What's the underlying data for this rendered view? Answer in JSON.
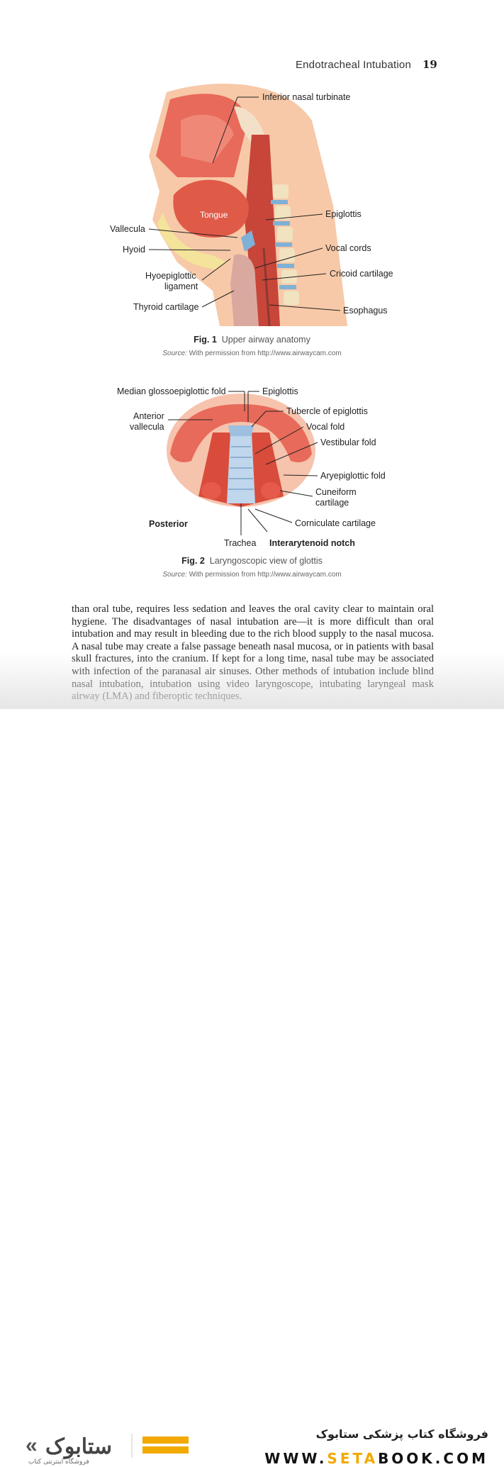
{
  "header": {
    "title": "Endotracheal Intubation",
    "page_number": "19"
  },
  "figure1": {
    "caption_label": "Fig. 1",
    "caption_text": "Upper airway anatomy",
    "source_label": "Source:",
    "source_text": "With permission from http://www.airwaycam.com",
    "labels": {
      "turbinate": "Inferior nasal turbinate",
      "tongue": "Tongue",
      "epiglottis": "Epiglottis",
      "vallecula": "Vallecula",
      "hyoid": "Hyoid",
      "vocal_cords": "Vocal cords",
      "hyoepiglottic_1": "Hyoepiglottic",
      "hyoepiglottic_2": "ligament",
      "cricoid": "Cricoid cartilage",
      "thyroid": "Thyroid cartilage",
      "esophagus": "Esophagus"
    }
  },
  "figure2": {
    "caption_label": "Fig. 2",
    "caption_text": "Laryngoscopic view of glottis",
    "source_label": "Source:",
    "source_text": "With permission from http://www.airwaycam.com",
    "labels": {
      "median_fold": "Median glossoepiglottic fold",
      "epiglottis": "Epiglottis",
      "tubercle": "Tubercle of epiglottis",
      "anterior_1": "Anterior",
      "anterior_2": "vallecula",
      "vocal_fold": "Vocal fold",
      "vestibular_fold": "Vestibular fold",
      "aryepiglottic_fold": "Aryepiglottic fold",
      "cuneiform_1": "Cuneiform",
      "cuneiform_2": "cartilage",
      "posterior": "Posterior",
      "corniculate": "Corniculate cartilage",
      "trachea": "Trachea",
      "interarytenoid": "Interarytenoid notch"
    }
  },
  "body": {
    "paragraph": "than oral tube, requires less sedation and leaves the oral cavity clear to maintain oral hygiene. The disadvantages of nasal intubation are—it is more difficult than oral intubation and may result in bleeding due to the rich blood supply to the nasal mucosa. A nasal tube may create a false passage beneath nasal mucosa, or in patients with basal skull fractures, into the cranium. If kept for a long time, nasal tube may be associated with infection of the paranasal air sinuses. Other methods of intubation include blind nasal intubation, intubation using video laryngoscope, intubating laryngeal mask airway (LMA) and fiberoptic techniques."
  },
  "banner": {
    "persian_title": "فروشگاه کتاب پزشکی ستابوک",
    "url_pre": "WWW.",
    "url_accent": "SETA",
    "url_post": "BOOK.COM",
    "logo_text": "ستابوک",
    "logo_sub": "فروشگاه اینترنتی کتاب",
    "accent_color": "#f2a900"
  }
}
